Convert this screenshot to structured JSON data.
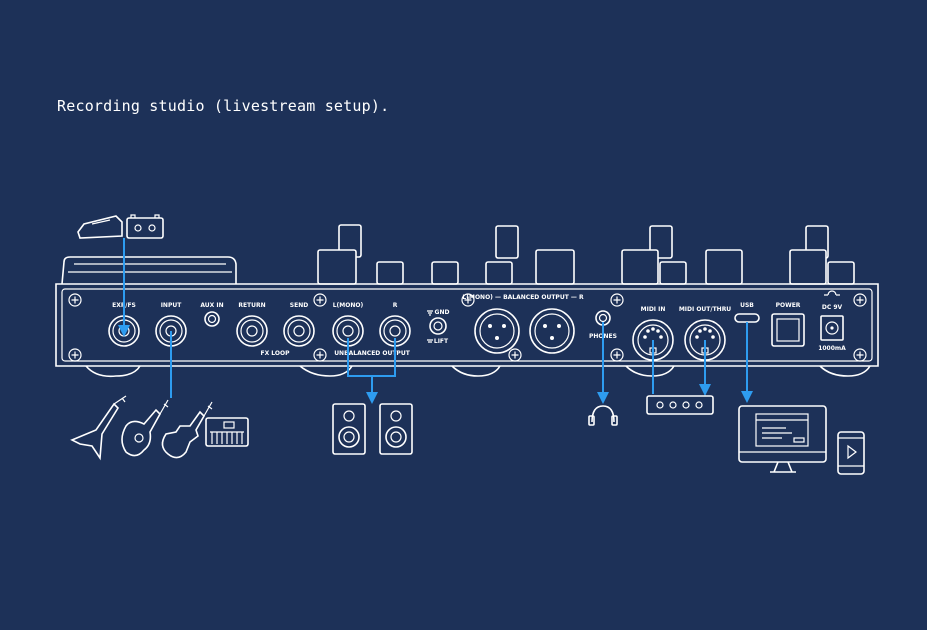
{
  "caption": "Recording studio (livestream setup).",
  "colors": {
    "background": "#1d3158",
    "lines": "#ffffff",
    "arrows": "#2e9cf0"
  },
  "ports": {
    "exp_fs": "EXP/FS",
    "input": "INPUT",
    "aux_in": "AUX IN",
    "return": "RETURN",
    "send": "SEND",
    "l_mono": "L(MONO)",
    "r": "R",
    "gnd": "GND",
    "lift": "LIFT",
    "balanced_output": "L(MONO) — BALANCED OUTPUT — R",
    "phones": "PHONES",
    "midi_in": "MIDI IN",
    "midi_out_thru": "MIDI OUT/THRU",
    "usb": "USB",
    "power": "POWER",
    "dc_9v": "DC 9V",
    "current": "1000mA",
    "fx_loop": "FX LOOP",
    "unbalanced_output": "UNBALANCED OUTPUT"
  },
  "devices": [
    "expression-pedal",
    "footswitch",
    "guitars",
    "midi-keyboard",
    "studio-monitors",
    "headphones",
    "midi-device",
    "computer-monitor",
    "smartphone"
  ]
}
